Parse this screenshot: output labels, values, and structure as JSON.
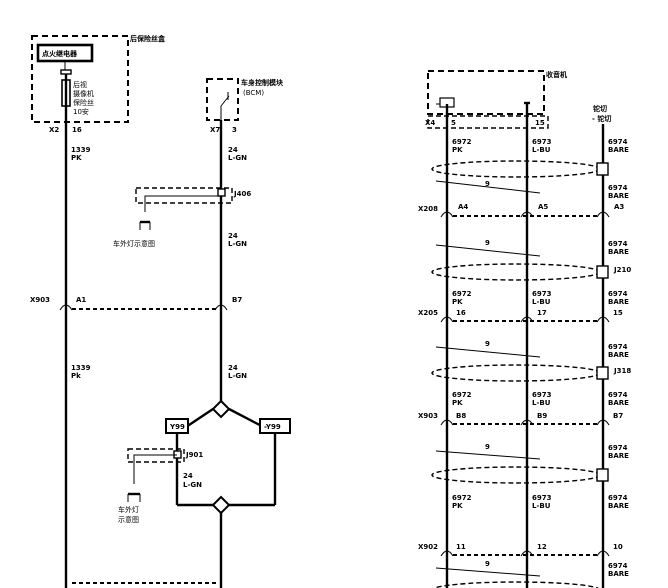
{
  "left": {
    "fuse_block_label": "后保险丝盒",
    "lighter_relay_label": "点火继电器",
    "camera_fuse_label_1": "后视",
    "camera_fuse_label_2": "摄像机",
    "camera_fuse_label_3": "保险丝",
    "camera_fuse_label_4": "10安",
    "x2_label": "X2",
    "x2_pin": "16",
    "bcm_label_1": "车身控制模块",
    "bcm_label_2": "(BCM)",
    "x7_label": "X7",
    "x7_pin": "3",
    "wire_1339": "1339",
    "color_pk": "PK",
    "color_pk2": "Pk",
    "wire_24": "24",
    "color_lgn": "L-GN",
    "j406": "J406",
    "ext_light_1": "车外灯示意图",
    "x903_label": "X903",
    "x903_a1": "A1",
    "x903_b7": "B7",
    "y99": "Y99",
    "not_y99": "-Y99",
    "j901": "J901",
    "ext_light_2a": "车外灯",
    "ext_light_2b": "示意图"
  },
  "right": {
    "radio_label": "收音机",
    "drain_label_1": "铊切",
    "drain_label_2": "- 铊切",
    "x4_label": "X4",
    "x4_pin_5": "5",
    "x4_pin_15": "15",
    "wire_6972": "6972",
    "wire_6973": "6973",
    "wire_6974": "6974",
    "c_pk": "PK",
    "c_lbu": "L-BU",
    "c_bare": "BARE",
    "twist_9": "9",
    "x208_label": "X208",
    "x208_a4": "A4",
    "x208_a5": "A5",
    "x208_a3": "A3",
    "j210": "J210",
    "x205_label": "X205",
    "x205_16": "16",
    "x205_17": "17",
    "x205_15": "15",
    "j318": "J318",
    "x903_label": "X903",
    "x903_b8": "B8",
    "x903_b9": "B9",
    "x903_b7": "B7",
    "x902_label": "X902",
    "x902_11": "11",
    "x902_12": "12",
    "x902_10": "10"
  }
}
